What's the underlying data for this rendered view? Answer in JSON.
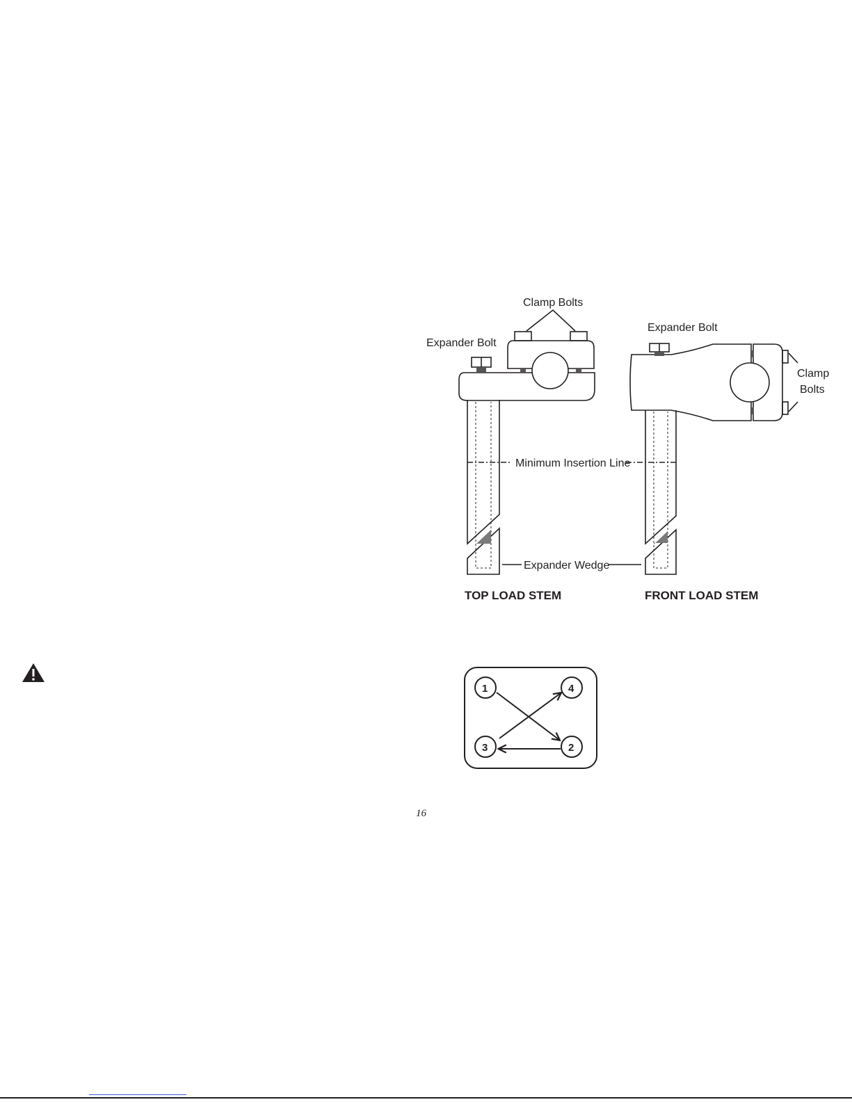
{
  "figure_stems": {
    "top_load": {
      "expander_bolt": "Expander Bolt",
      "clamp_bolts": "Clamp Bolts",
      "caption": "TOP LOAD STEM"
    },
    "front_load": {
      "expander_bolt": "Expander Bolt",
      "clamp_bolts_line1": "Clamp",
      "clamp_bolts_line2": "Bolts",
      "caption": "FRONT LOAD STEM"
    },
    "minimum_insertion_line": "Minimum Insertion Line",
    "expander_wedge": "Expander Wedge"
  },
  "figure_pattern": {
    "bolts": [
      "1",
      "4",
      "3",
      "2"
    ]
  },
  "icons": {
    "warning": "warning-triangle-icon"
  },
  "page": {
    "number": "16"
  },
  "colors": {
    "ink": "#231f20",
    "wedge_fill": "#7a7a7a"
  }
}
